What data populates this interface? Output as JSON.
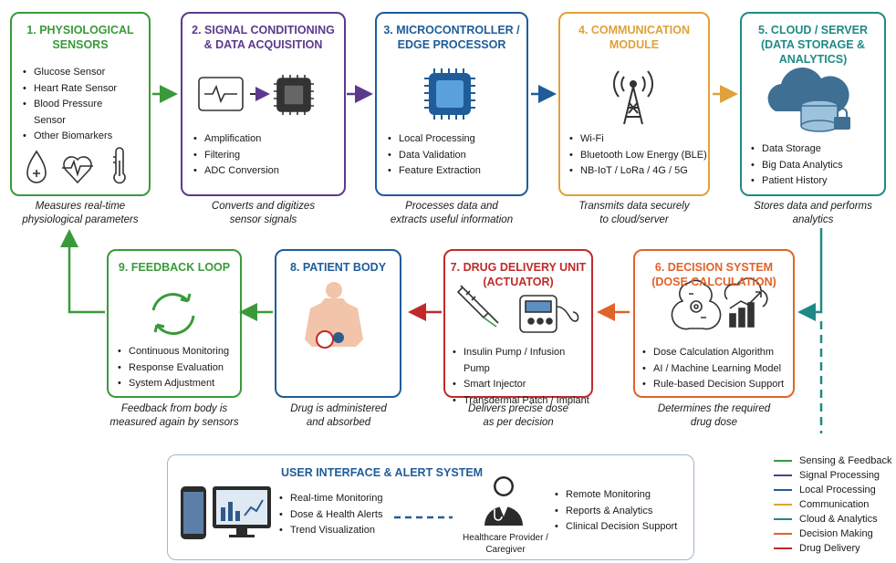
{
  "colors": {
    "green": "#3a9a3a",
    "purple": "#5b3a8e",
    "blue": "#1f5c99",
    "gold": "#e0a13a",
    "teal": "#1f8a85",
    "orange": "#e0632a",
    "red": "#c02a2a"
  },
  "boxes": {
    "b1": {
      "title1": "1. PHYSIOLOGICAL",
      "title2": "SENSORS",
      "items": [
        "Glucose Sensor",
        "Heart Rate Sensor",
        "Blood Pressure",
        "Sensor",
        "Other Biomarkers"
      ],
      "caption1": "Measures real-time",
      "caption2": "physiological parameters",
      "icons": [
        "droplet-icon",
        "heart-pulse-icon",
        "thermometer-icon"
      ]
    },
    "b2": {
      "title1": "2. SIGNAL CONDITIONING",
      "title2": "& DATA ACQUISITION",
      "items": [
        "Amplification",
        "Filtering",
        "ADC Conversion"
      ],
      "caption1": "Converts and digitizes",
      "caption2": "sensor signals",
      "icons": [
        "waveform-icon",
        "chip-icon"
      ]
    },
    "b3": {
      "title1": "3. MICROCONTROLLER /",
      "title2": "EDGE PROCESSOR",
      "items": [
        "Local Processing",
        "Data Validation",
        "Feature Extraction"
      ],
      "caption1": "Processes data and",
      "caption2": "extracts useful information",
      "icons": [
        "processor-icon"
      ]
    },
    "b4": {
      "title1": "4. COMMUNICATION",
      "title2": "MODULE",
      "items": [
        "Wi-Fi",
        "Bluetooth Low Energy (BLE)",
        "NB-IoT / LoRa / 4G / 5G"
      ],
      "caption1": "Transmits data securely",
      "caption2": "to cloud/server",
      "icons": [
        "antenna-tower-icon"
      ]
    },
    "b5": {
      "title1": "5. CLOUD / SERVER",
      "title2": "(DATA STORAGE &",
      "title3": "ANALYTICS)",
      "items": [
        "Data Storage",
        "Big Data Analytics",
        "Patient History"
      ],
      "caption1": "Stores data and performs",
      "caption2": "analytics",
      "icons": [
        "cloud-database-lock-icon"
      ]
    },
    "b6": {
      "title1": "6. DECISION SYSTEM",
      "title2": "(DOSE CALCULATION)",
      "items": [
        "Dose Calculation Algorithm",
        "AI / Machine Learning Model",
        "Rule-based Decision Support"
      ],
      "caption1": "Determines the required",
      "caption2": "drug dose",
      "icons": [
        "brain-gear-icon",
        "growth-chart-icon"
      ]
    },
    "b7": {
      "title1": "7. DRUG DELIVERY UNIT",
      "title2": "(ACTUATOR)",
      "items": [
        "Insulin Pump / Infusion Pump",
        "Smart Injector",
        "Transdermal Patch / Implant"
      ],
      "caption1": "Delivers precise dose",
      "caption2": "as per decision",
      "icons": [
        "syringe-icon",
        "infusion-pump-icon"
      ]
    },
    "b8": {
      "title1": "8. PATIENT BODY",
      "caption1": "Drug is administered",
      "caption2": "and absorbed",
      "icons": [
        "patient-body-icon"
      ]
    },
    "b9": {
      "title1": "9. FEEDBACK LOOP",
      "items": [
        "Continuous Monitoring",
        "Response Evaluation",
        "System Adjustment"
      ],
      "caption1": "Feedback from body is",
      "caption2": "measured again by sensors",
      "icons": [
        "cycle-arrows-icon"
      ]
    }
  },
  "ui": {
    "title": "USER INTERFACE & ALERT SYSTEM",
    "left_items": [
      "Real-time Monitoring",
      "Dose & Health Alerts",
      "Trend Visualization"
    ],
    "right_items": [
      "Remote Monitoring",
      "Reports & Analytics",
      "Clinical Decision Support"
    ],
    "provider1": "Healthcare Provider /",
    "provider2": "Caregiver",
    "icons": [
      "smartphone-icon",
      "monitor-chart-icon",
      "doctor-icon"
    ]
  },
  "legend": [
    {
      "label": "Sensing & Feedback",
      "color": "#3a9a3a"
    },
    {
      "label": "Signal Processing",
      "color": "#5b3a8e"
    },
    {
      "label": "Local Processing",
      "color": "#1f5c99"
    },
    {
      "label": "Communication",
      "color": "#e0a13a"
    },
    {
      "label": "Cloud & Analytics",
      "color": "#1f8a85"
    },
    {
      "label": "Decision Making",
      "color": "#e0632a"
    },
    {
      "label": "Drug Delivery",
      "color": "#c02a2a"
    }
  ]
}
